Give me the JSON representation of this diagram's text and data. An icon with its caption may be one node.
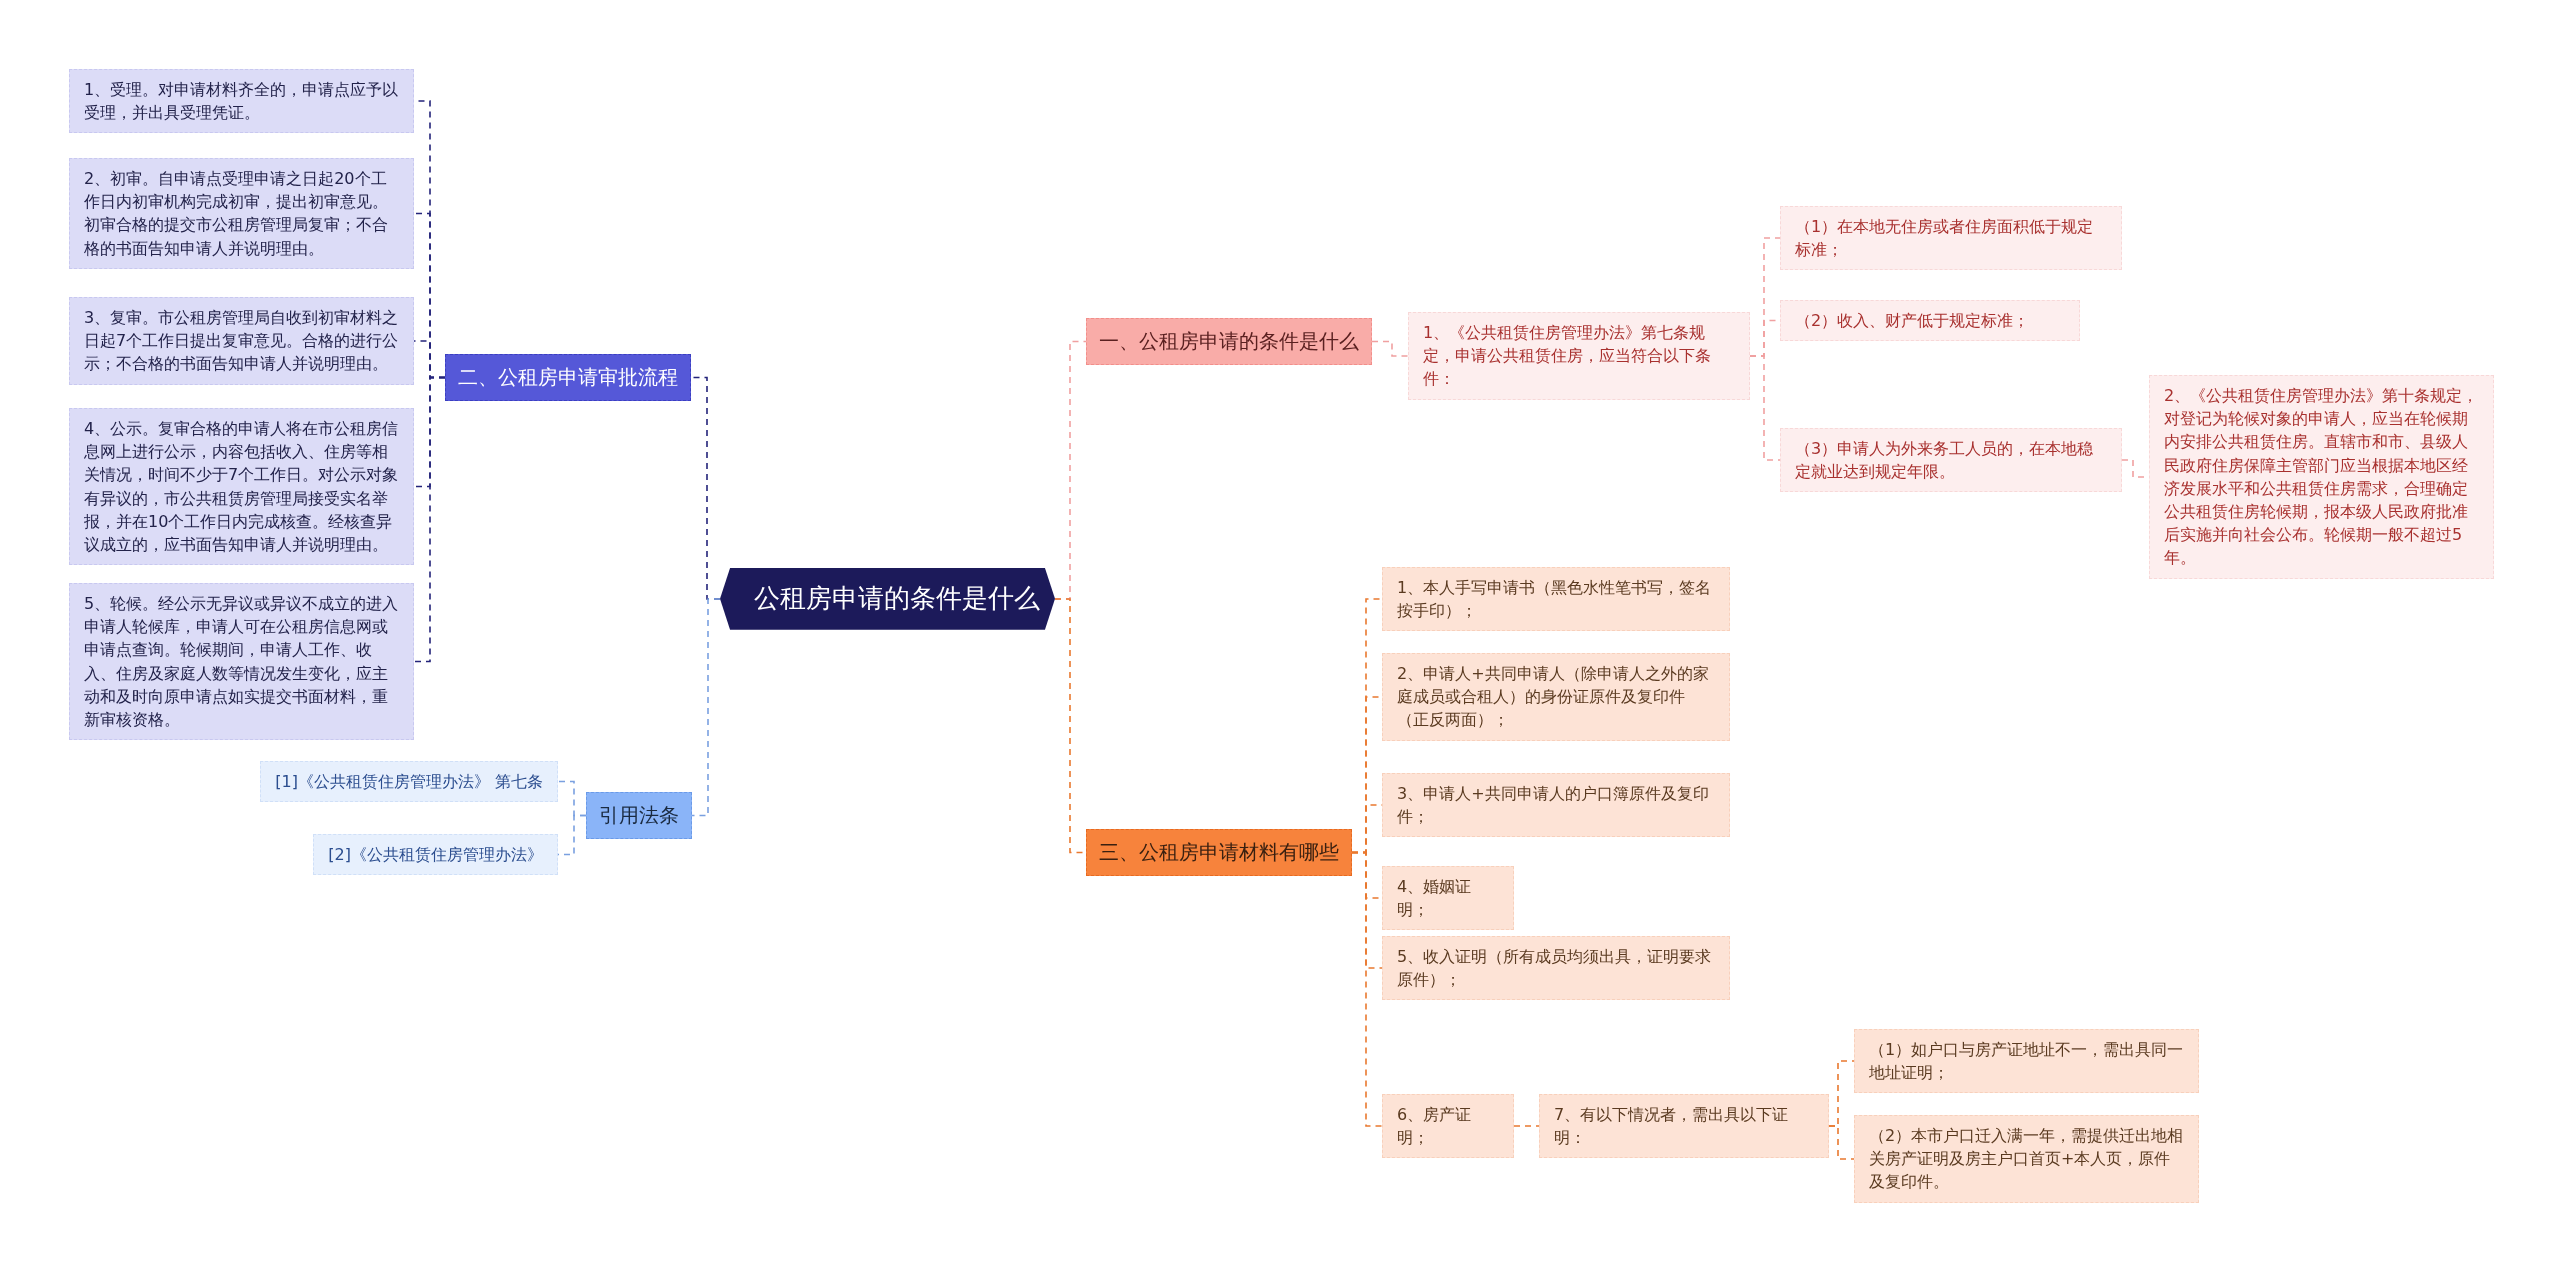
{
  "diagram": {
    "nodes": [
      {
        "text": [
          "公租房申请的条件是什么"
        ]
      },
      {
        "text": [
          "一、公租房申请的条件是什么"
        ]
      },
      {
        "text": [
          "1、《公共租赁住房管理办法》第七条规定，申请公共租赁住房，应当符合以下条件："
        ]
      },
      {
        "text": [
          "（1）在本地无住房或者住房面积低于规定标准；"
        ]
      },
      {
        "text": [
          "（2）收入、财产低于规定标准；"
        ]
      },
      {
        "text": [
          "（3）申请人为外来务工人员的，在本地稳定就业达到规定年限。"
        ]
      },
      {
        "text": [
          "2、《公共租赁住房管理办法》第十条规定，对登记为轮候对象的申请人，应当在轮候期内安排公共租赁住房。直辖市和市、县级人民政府住房保障主管部门应当根据本地区经济发展水平和公共租赁住房需求，合理确定公共租赁住房轮候期，报本级人民政府批准后实施并向社会公布。轮候期一般不超过5年。"
        ]
      },
      {
        "text": [
          "三、公租房申请材料有哪些"
        ]
      },
      {
        "text": [
          "1、本人手写申请书（黑色水性笔书写，签名按手印）；"
        ]
      },
      {
        "text": [
          "2、申请人+共同申请人（除申请人之外的家庭成员或合租人）的身份证原件及复印件（正反两面）；"
        ]
      },
      {
        "text": [
          "3、申请人+共同申请人的户口簿原件及复印件；"
        ]
      },
      {
        "text": [
          "4、婚姻证明；"
        ]
      },
      {
        "text": [
          "5、收入证明（所有成员均须出具，证明要求原件）；"
        ]
      },
      {
        "text": [
          "6、房产证明；"
        ]
      },
      {
        "text": [
          "7、有以下情况者，需出具以下证明："
        ]
      },
      {
        "text": [
          "（1）如户口与房产证地址不一，需出具同一地址证明；"
        ]
      },
      {
        "text": [
          "（2）本市户口迁入满一年，需提供迁出地相关房产证明及房主户口首页+本人页，原件及复印件。"
        ]
      },
      {
        "text": [
          "二、公租房申请审批流程"
        ]
      },
      {
        "text": [
          "1、受理。对申请材料齐全的，申请点应予以受理，并出具受理凭证。"
        ]
      },
      {
        "text": [
          "2、初审。自申请点受理申请之日起20个工作日内初审机构完成初审，提出初审意见。初审合格的提交市公租房管理局复审；不合格的书面告知申请人并说明理由。"
        ]
      },
      {
        "text": [
          "3、复审。市公租房管理局自收到初审材料之日起7个工作日提出复审意见。合格的进行公示；不合格的书面告知申请人并说明理由。"
        ]
      },
      {
        "text": [
          "4、公示。复审合格的申请人将在市公租房信息网上进行公示，内容包括收入、住房等相关情况，时间不少于7个工作日。对公示对象有异议的，市公共租赁房管理局接受实名举报，并在10个工作日内完成核查。经核查异议成立的，应书面告知申请人并说明理由。"
        ]
      },
      {
        "text": [
          "5、轮候。经公示无异议或异议不成立的进入申请人轮候库，申请人可在公租房信息网或申请点查询。轮候期间，申请人工作、收入、住房及家庭人数等情况发生变化，应主动和及时向原申请点如实提交书面材料，重新审核资格。"
        ]
      },
      {
        "text": [
          "引用法条"
        ]
      },
      {
        "text": [
          "[1]《公共租赁住房管理办法》 第七条"
        ]
      },
      {
        "text": [
          "[2]《公共租赁住房管理办法》"
        ]
      }
    ],
    "edges": [
      {
        "from": 0,
        "to": 1,
        "arrow": "none",
        "color": "#f0a0a0"
      },
      {
        "from": 1,
        "to": 2,
        "arrow": "none",
        "color": "#f0a0a0"
      },
      {
        "from": 2,
        "to": 3,
        "arrow": "none",
        "color": "#f0a0a0"
      },
      {
        "from": 2,
        "to": 4,
        "arrow": "none",
        "color": "#f0a0a0"
      },
      {
        "from": 2,
        "to": 5,
        "arrow": "none",
        "color": "#f0a0a0"
      },
      {
        "from": 5,
        "to": 6,
        "arrow": "none",
        "color": "#f0a0a0"
      },
      {
        "from": 0,
        "to": 7,
        "arrow": "none"
      },
      {
        "from": 7,
        "to": 8,
        "arrow": "none"
      },
      {
        "from": 7,
        "to": 9,
        "arrow": "none"
      },
      {
        "from": 7,
        "to": 10,
        "arrow": "none"
      },
      {
        "from": 7,
        "to": 11,
        "arrow": "none"
      },
      {
        "from": 7,
        "to": 12,
        "arrow": "none"
      },
      {
        "from": 7,
        "to": 13,
        "arrow": "none"
      },
      {
        "from": 13,
        "to": 14,
        "arrow": "none"
      },
      {
        "from": 14,
        "to": 15,
        "arrow": "none"
      },
      {
        "from": 14,
        "to": 16,
        "arrow": "none"
      },
      {
        "from": 0,
        "to": 17,
        "arrow": "none",
        "color": "#23237a"
      },
      {
        "from": 17,
        "to": 18,
        "arrow": "none",
        "color": "#23237a"
      },
      {
        "from": 17,
        "to": 19,
        "arrow": "none",
        "color": "#23237a"
      },
      {
        "from": 17,
        "to": 20,
        "arrow": "none",
        "color": "#23237a"
      },
      {
        "from": 17,
        "to": 21,
        "arrow": "none",
        "color": "#23237a"
      },
      {
        "from": 17,
        "to": 22,
        "arrow": "none",
        "color": "#23237a"
      },
      {
        "from": 0,
        "to": 23,
        "arrow": "none",
        "color": "#7aa0e0"
      },
      {
        "from": 23,
        "to": 24,
        "arrow": "none",
        "color": "#7aa0e0"
      },
      {
        "from": 23,
        "to": 25,
        "arrow": "none",
        "color": "#7aa0e0"
      }
    ]
  }
}
